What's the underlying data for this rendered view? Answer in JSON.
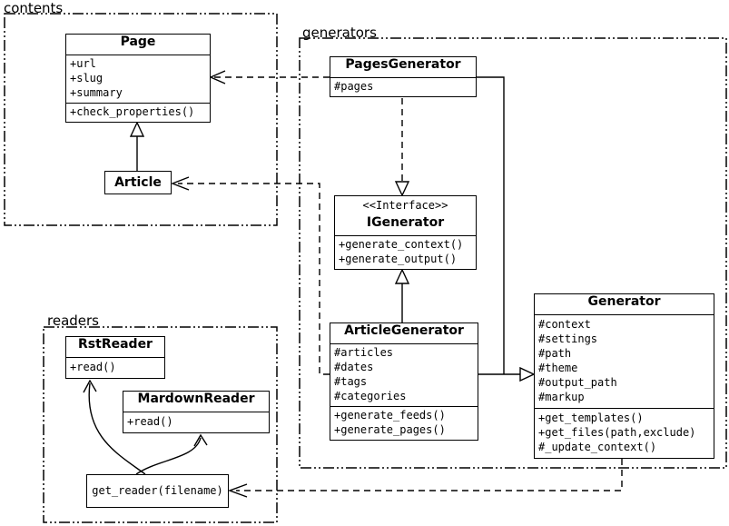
{
  "packages": {
    "contents": {
      "label": "contents"
    },
    "generators": {
      "label": "generators"
    },
    "readers": {
      "label": "readers"
    }
  },
  "classes": {
    "page": {
      "name": "Page",
      "attributes": [
        "+url",
        "+slug",
        "+summary"
      ],
      "methods": [
        "+check_properties()"
      ]
    },
    "article": {
      "name": "Article"
    },
    "pages_generator": {
      "name": "PagesGenerator",
      "attributes": [
        "#pages"
      ]
    },
    "igenerator": {
      "stereotype": "<<Interface>>",
      "name": "IGenerator",
      "methods": [
        "+generate_context()",
        "+generate_output()"
      ]
    },
    "article_generator": {
      "name": "ArticleGenerator",
      "attributes": [
        "#articles",
        "#dates",
        "#tags",
        "#categories"
      ],
      "methods": [
        "+generate_feeds()",
        "+generate_pages()"
      ]
    },
    "generator": {
      "name": "Generator",
      "attributes": [
        "#context",
        "#settings",
        "#path",
        "#theme",
        "#output_path",
        "#markup"
      ],
      "methods": [
        "+get_templates()",
        "+get_files(path,exclude)",
        "#_update_context()"
      ]
    },
    "rst_reader": {
      "name": "RstReader",
      "methods": [
        "+read()"
      ]
    },
    "markdown_reader": {
      "name": "MardownReader",
      "methods": [
        "+read()"
      ]
    },
    "get_reader": {
      "name": "get_reader(filename)"
    }
  },
  "colors": {
    "line": "#000000",
    "background": "#ffffff",
    "box_fill": "#ffffff"
  }
}
